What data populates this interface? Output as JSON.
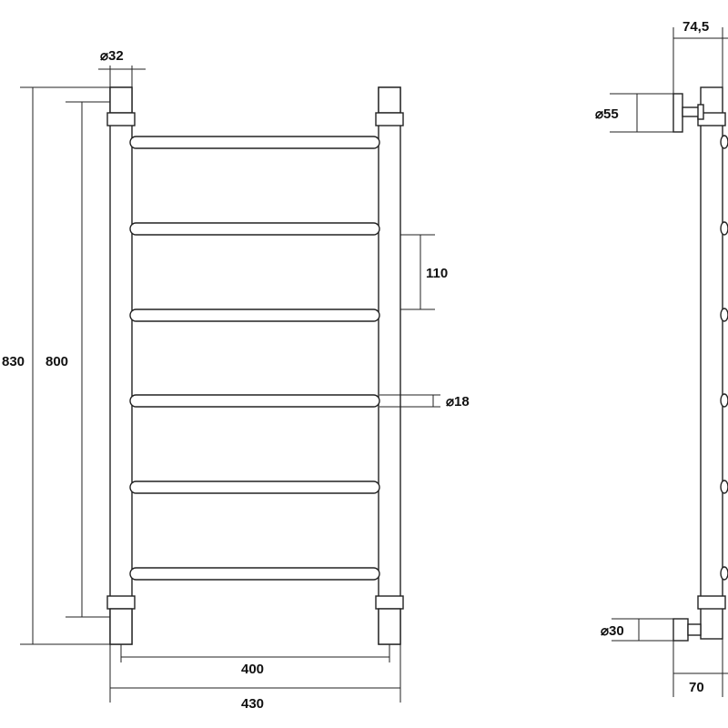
{
  "front_view": {
    "dims": {
      "pipe_diameter": "⌀32",
      "overall_height": "830",
      "center_height": "800",
      "rung_spacing": "110",
      "rung_diameter": "⌀18",
      "center_width": "400",
      "overall_width": "430"
    }
  },
  "side_view": {
    "dims": {
      "depth_top": "74,5",
      "flange_diameter": "⌀55",
      "bottom_fitting_diameter": "⌀30",
      "depth_bottom": "70"
    }
  },
  "colors": {
    "line": "#222222",
    "background": "#ffffff"
  }
}
